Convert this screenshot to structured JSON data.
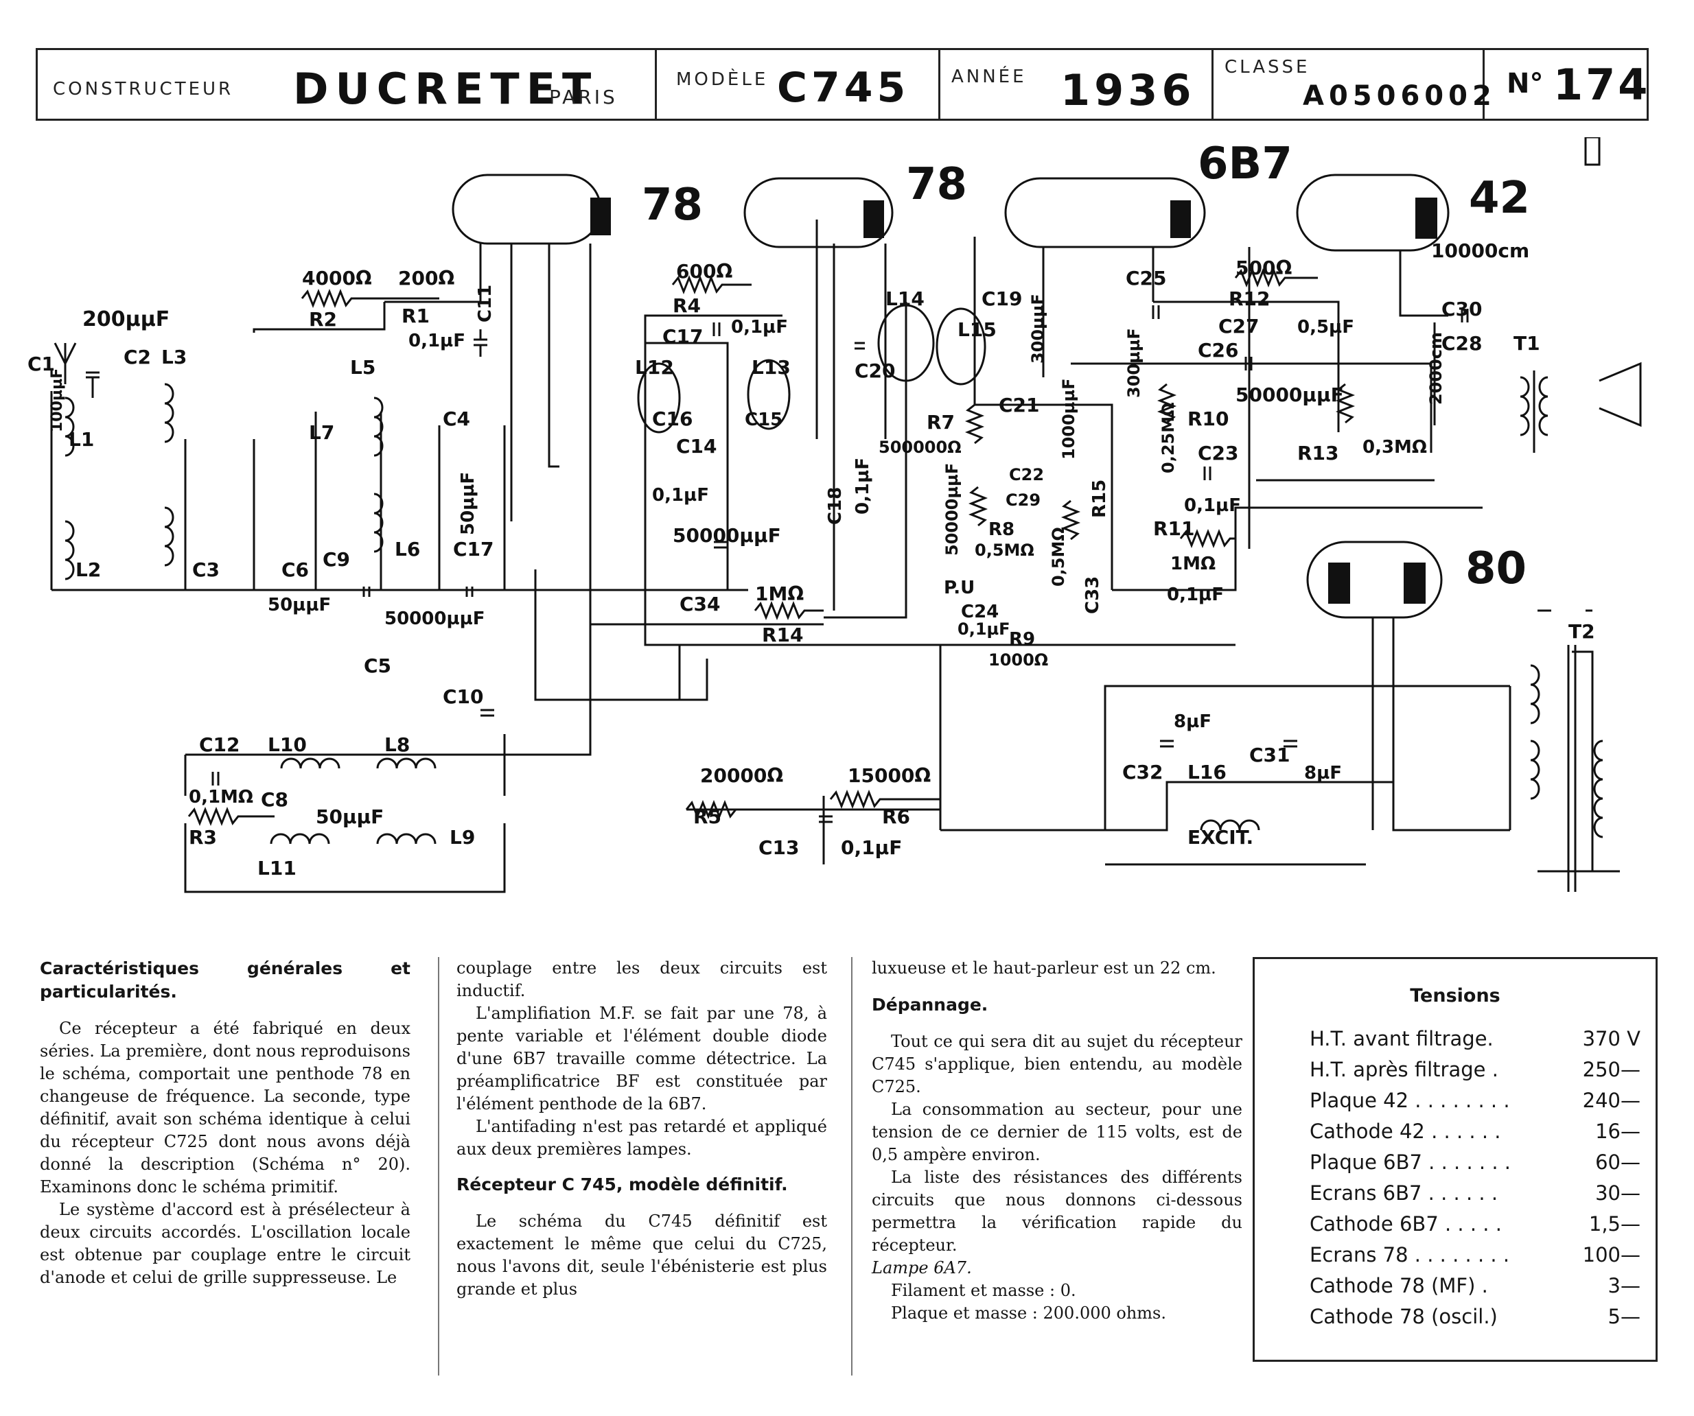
{
  "header": {
    "constructeur_label": "CONSTRUCTEUR",
    "constructeur": "DUCRETET",
    "city": "PARIS",
    "modele_label": "MODÈLE",
    "modele": "C745",
    "annee_label": "ANNÉE",
    "annee": "1936",
    "classe_label": "CLASSE",
    "classe": "A0506002",
    "numero_label": "N°",
    "numero": "174"
  },
  "schematic": {
    "tubes": [
      "78",
      "78",
      "6B7",
      "42",
      "80"
    ],
    "labels": {
      "c1": "C1",
      "c1_val": "200µµF",
      "c2": "C2",
      "c2_val": "100µµF",
      "l1": "L1",
      "l2": "L2",
      "l3": "L3",
      "c3": "C3",
      "c6": "C6",
      "c9": "C9",
      "c4": "C4",
      "c17a": "C17",
      "c17a_val": "50µµF",
      "l5": "L5",
      "l6": "L6",
      "l7": "L7",
      "v50": "50µµF",
      "v50000": "50000µµF",
      "c11": "C11",
      "r2": "R2",
      "r2_val": "4000Ω",
      "r1": "R1",
      "r1_val": "200Ω",
      "r1_c": "0,1µF",
      "c5": "C5",
      "c10": "C10",
      "c12": "C12",
      "l10": "L10",
      "l8": "L8",
      "r3": "R3",
      "r3_val": "0,1MΩ",
      "c8": "C8",
      "c8_val": "50µµF",
      "l11": "L11",
      "l9": "L9",
      "r4": "R4",
      "r4_val": "600Ω",
      "c17": "C17",
      "c17_val": "0,1µF",
      "l12": "L12",
      "l13": "L13",
      "c16": "C16",
      "c15": "C15",
      "c14": "C14",
      "c14_val": "0,1µF",
      "l14": "L14",
      "c20": "C20",
      "c18": "C18",
      "c18_val": "0,1µF",
      "c34": "C34",
      "c34_val": "50000µµF",
      "r14": "R14",
      "r14_val": "1MΩ",
      "l15": "L15",
      "c19": "C19",
      "c19_val": "300µµF",
      "c21": "C21",
      "r7": "R7",
      "r7_val": "500000Ω",
      "c22": "C22",
      "c29": "C29",
      "r8": "R8",
      "r8_val": "0,5MΩ",
      "v50000b": "50000µµF",
      "pu": "P.U",
      "c24": "C24",
      "c24_val": "0,1µF",
      "r9": "R9",
      "r15": "R15",
      "v1000": "1000µµF",
      "c33": "C33",
      "r9_val": "0,5MΩ",
      "v1000ohm": "1000Ω",
      "c25": "C25",
      "c26": "C26",
      "c26_val": "50000µµF",
      "r10": "R10",
      "r10_val": "0,25MΩ",
      "v300b": "300µµF",
      "c23": "C23",
      "c23_val": "0,1µF",
      "r11": "R11",
      "r11_val": "1MΩ",
      "c33_val": "0,1µF",
      "r12": "R12",
      "r12_val": "500Ω",
      "c27": "C27",
      "c27_val": "0,5µF",
      "r13": "R13",
      "r13_val": "0,3MΩ",
      "c30": "C30",
      "c30_val": "10000cm",
      "c28": "C28",
      "c28_val": "2000cm",
      "t1": "T1",
      "t2": "T2",
      "c32": "C32",
      "c32_val": "8µF",
      "l16": "L16",
      "c31": "C31",
      "c31_val": "8µF",
      "excit": "EXCIT.",
      "r5": "R5",
      "r5_val": "20000Ω",
      "r6": "R6",
      "r6_val": "15000Ω",
      "c13": "C13",
      "c13_val": "0,1µF"
    }
  },
  "text": {
    "col1_title": "Caractéristiques générales et particularités.",
    "col1_p1": "Ce récepteur a été fabriqué en deux séries. La première, dont nous reproduisons le schéma, comportait une penthode 78 en changeuse de fréquence. La seconde, type définitif, avait son schéma identique à celui du récepteur C725 dont nous avons déjà donné la description (Schéma n° 20). Examinons donc le schéma primitif.",
    "col1_p2": "Le système d'accord est à présélecteur à deux circuits accordés. L'oscillation locale est obtenue par couplage entre le circuit d'anode et celui de grille suppresseuse. Le",
    "col2_p1": "couplage entre les deux circuits est inductif.",
    "col2_p2": "L'amplifiation M.F. se fait par une 78, à pente variable et l'élément double diode d'une 6B7 travaille comme détectrice. La préamplificatrice BF est constituée par l'élément penthode de la 6B7.",
    "col2_p3": "L'antifading n'est pas retardé et appliqué aux deux premières lampes.",
    "col2_title": "Récepteur C 745, modèle définitif.",
    "col2_p4": "Le schéma du C745 définitif est exactement le même que celui du C725, nous l'avons dit, seule l'ébénisterie est plus grande et plus",
    "col3_p1": "luxueuse et le haut-parleur est un 22 cm.",
    "col3_title": "Dépannage.",
    "col3_p2": "Tout ce qui sera dit au sujet du récepteur C745 s'applique, bien entendu, au modèle C725.",
    "col3_p3": "La consommation au secteur, pour une tension de ce dernier de 115 volts, est de 0,5 ampère environ.",
    "col3_p4": "La liste des résistances des différents circuits que nous donnons ci-dessous permettra la vérification rapide du récepteur.",
    "col3_lampe": "Lampe 6A7.",
    "col3_l1": "Filament et masse : 0.",
    "col3_l2": "Plaque et masse : 200.000 ohms."
  },
  "tensions": {
    "title": "Tensions",
    "rows": [
      {
        "label": "H.T. avant filtrage.",
        "value": "370 V"
      },
      {
        "label": "H.T. après filtrage .",
        "value": "250—"
      },
      {
        "label": "Plaque 42 . . . . . . . .",
        "value": "240—"
      },
      {
        "label": "Cathode 42 . . . . . .",
        "value": "16—"
      },
      {
        "label": "Plaque 6B7 . . . . . . .",
        "value": "60—"
      },
      {
        "label": "Ecrans 6B7 . . . . . .",
        "value": "30—"
      },
      {
        "label": "Cathode 6B7 . . . . .",
        "value": "1,5—"
      },
      {
        "label": "Ecrans 78 . . . . . . . .",
        "value": "100—"
      },
      {
        "label": "Cathode 78 (MF) .",
        "value": "3—"
      },
      {
        "label": "Cathode 78 (oscil.)",
        "value": "5—"
      }
    ]
  }
}
